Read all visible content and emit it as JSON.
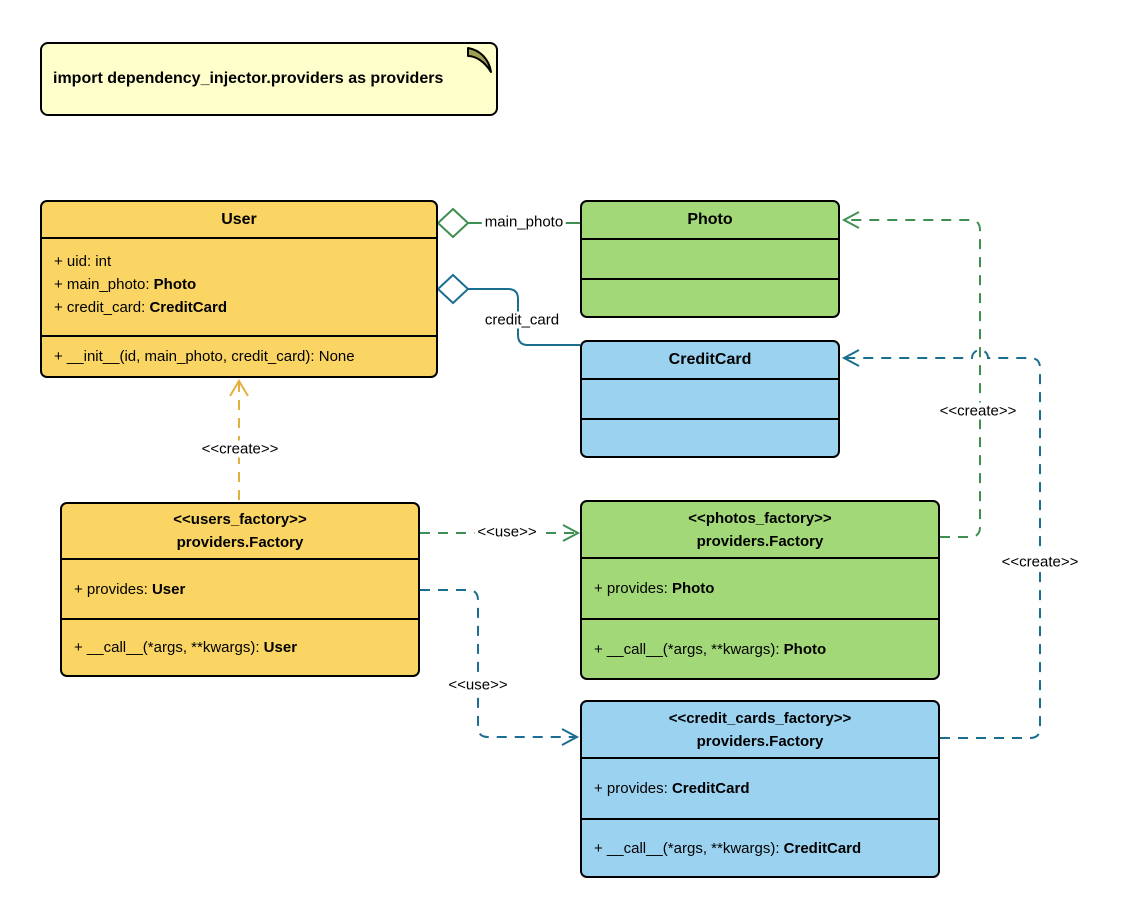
{
  "note": {
    "text": "import dependency_injector.providers as providers"
  },
  "classes": {
    "user": {
      "name": "User",
      "attrs": [
        {
          "prefix": "+ uid: int",
          "type": ""
        },
        {
          "prefix": "+ main_photo: ",
          "type": "Photo"
        },
        {
          "prefix": "+ credit_card: ",
          "type": "CreditCard"
        }
      ],
      "methods": [
        {
          "prefix": "+ __init__(id, main_photo, credit_card): None",
          "type": ""
        }
      ]
    },
    "photo": {
      "name": "Photo"
    },
    "credit_card": {
      "name": "CreditCard"
    },
    "users_factory": {
      "stereotype": "<<users_factory>>",
      "name": "providers.Factory",
      "attrs": [
        {
          "prefix": "+ provides: ",
          "type": "User"
        }
      ],
      "methods": [
        {
          "prefix": "+ __call__(*args, **kwargs): ",
          "type": "User"
        }
      ]
    },
    "photos_factory": {
      "stereotype": "<<photos_factory>>",
      "name": "providers.Factory",
      "attrs": [
        {
          "prefix": "+ provides: ",
          "type": "Photo"
        }
      ],
      "methods": [
        {
          "prefix": "+ __call__(*args, **kwargs): ",
          "type": "Photo"
        }
      ]
    },
    "credit_cards_factory": {
      "stereotype": "<<credit_cards_factory>>",
      "name": "providers.Factory",
      "attrs": [
        {
          "prefix": "+ provides: ",
          "type": "CreditCard"
        }
      ],
      "methods": [
        {
          "prefix": "+ __call__(*args, **kwargs): ",
          "type": "CreditCard"
        }
      ]
    }
  },
  "edges": {
    "main_photo": {
      "label": "main_photo",
      "from": "user",
      "to": "photo",
      "style": "solid aggregation",
      "color": "edge_green"
    },
    "credit_card": {
      "label": "credit_card",
      "from": "user",
      "to": "credit_card",
      "style": "solid aggregation",
      "color": "edge_blue"
    },
    "create_user": {
      "label": "<<create>>",
      "from": "users_factory",
      "to": "user",
      "style": "dashed open-arrow",
      "color": "edge_yellow"
    },
    "use_photos": {
      "label": "<<use>>",
      "from": "users_factory",
      "to": "photos_factory",
      "style": "dashed open-arrow",
      "color": "edge_green"
    },
    "use_credit_cards": {
      "label": "<<use>>",
      "from": "users_factory",
      "to": "credit_cards_factory",
      "style": "dashed open-arrow",
      "color": "edge_blue"
    },
    "create_photo": {
      "label": "<<create>>",
      "from": "photos_factory",
      "to": "photo",
      "style": "dashed open-arrow",
      "color": "edge_green"
    },
    "create_credit_card": {
      "label": "<<create>>",
      "from": "credit_cards_factory",
      "to": "credit_card",
      "style": "dashed open-arrow",
      "color": "edge_blue"
    }
  },
  "colors": {
    "class_yellow": "#FAD564",
    "class_green": "#A2D877",
    "class_blue": "#9AD2F0",
    "note_bg": "#FFFFCC",
    "note_fold": "#9E9E52",
    "edge_yellow": "#E3AF3D",
    "edge_green": "#3F8F53",
    "edge_blue": "#1C6E91",
    "border": "#000000"
  }
}
